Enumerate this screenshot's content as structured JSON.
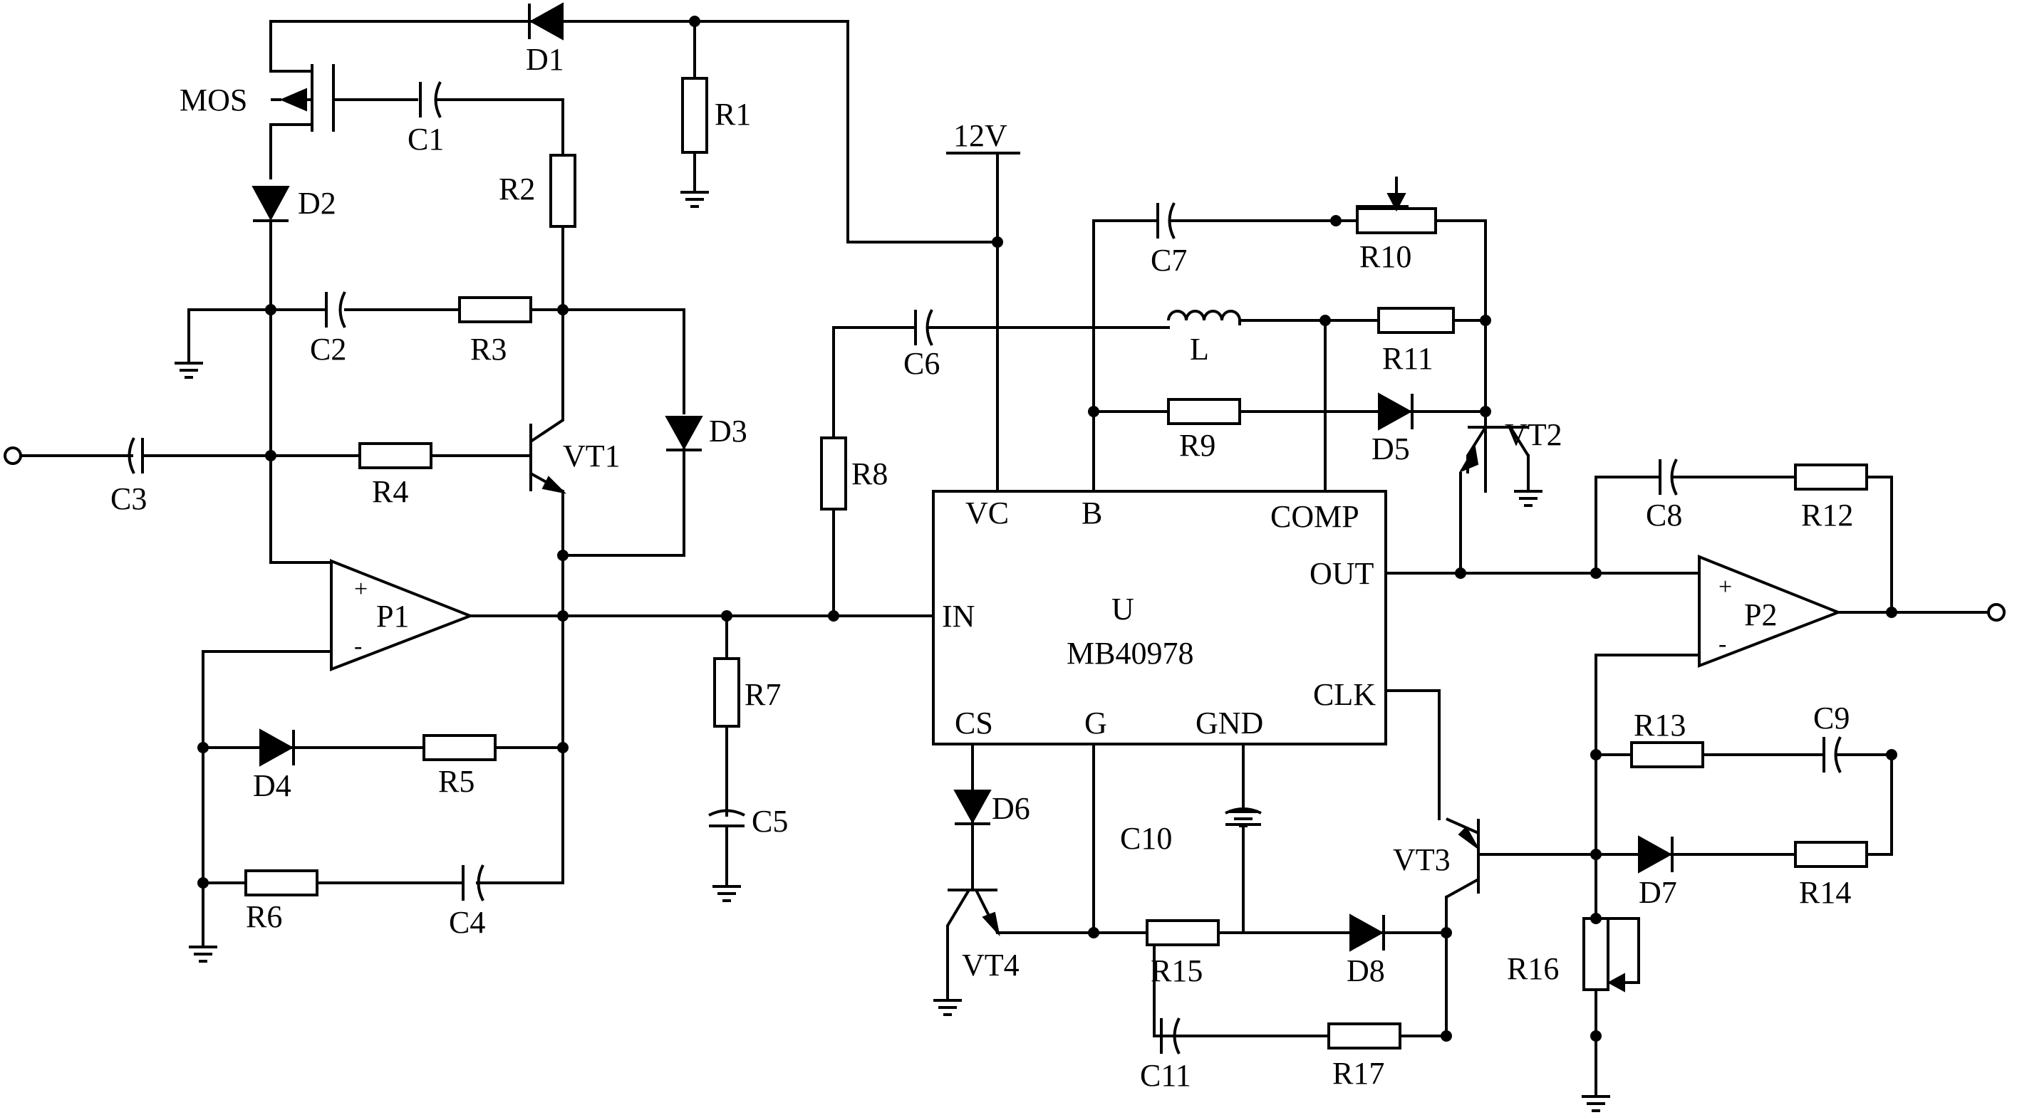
{
  "supply": {
    "label": "12V"
  },
  "chip": {
    "name": "U",
    "part": "MB40978",
    "pins": {
      "vc": "VC",
      "b": "B",
      "comp": "COMP",
      "out": "OUT",
      "in": "IN",
      "clk": "CLK",
      "cs": "CS",
      "g": "G",
      "gnd": "GND"
    }
  },
  "transistors": {
    "mos": "MOS",
    "vt1": "VT1",
    "vt2": "VT2",
    "vt3": "VT3",
    "vt4": "VT4"
  },
  "opamps": {
    "p1": "P1",
    "p2": "P2",
    "plus": "+",
    "minus": "-"
  },
  "diodes": {
    "d1": "D1",
    "d2": "D2",
    "d3": "D3",
    "d4": "D4",
    "d5": "D5",
    "d6": "D6",
    "d7": "D7",
    "d8": "D8"
  },
  "resistors": {
    "r1": "R1",
    "r2": "R2",
    "r3": "R3",
    "r4": "R4",
    "r5": "R5",
    "r6": "R6",
    "r7": "R7",
    "r8": "R8",
    "r9": "R9",
    "r10": "R10",
    "r11": "R11",
    "r12": "R12",
    "r13": "R13",
    "r14": "R14",
    "r15": "R15",
    "r16": "R16",
    "r17": "R17"
  },
  "capacitors": {
    "c1": "C1",
    "c2": "C2",
    "c3": "C3",
    "c4": "C4",
    "c5": "C5",
    "c6": "C6",
    "c7": "C7",
    "c8": "C8",
    "c9": "C9",
    "c10": "C10",
    "c11": "C11"
  },
  "inductor": {
    "l": "L"
  }
}
